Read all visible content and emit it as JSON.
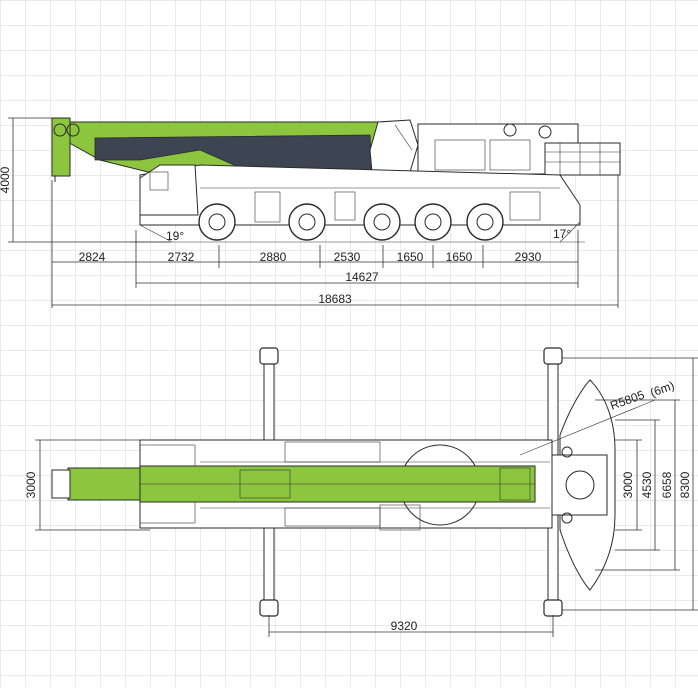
{
  "colors": {
    "boom_green": "#8cc63f",
    "cab_gray": "#3d4552",
    "grid_line": "#d6d6d6",
    "ink": "#2a2a2a"
  },
  "side_view": {
    "height_label": "4000",
    "angle_front": "19°",
    "angle_rear": "17°",
    "segments": [
      "2824",
      "2732",
      "2880",
      "2530",
      "1650",
      "1650",
      "2930"
    ],
    "wheelbase_total": "14627",
    "overall_length": "18683"
  },
  "top_view": {
    "boom_width": "3000",
    "counterweight_radius": "R5805",
    "radius_note": "(6m)",
    "right_dims": [
      "3000",
      "4530",
      "6658",
      "8300"
    ],
    "outrigger_span": "9320"
  }
}
